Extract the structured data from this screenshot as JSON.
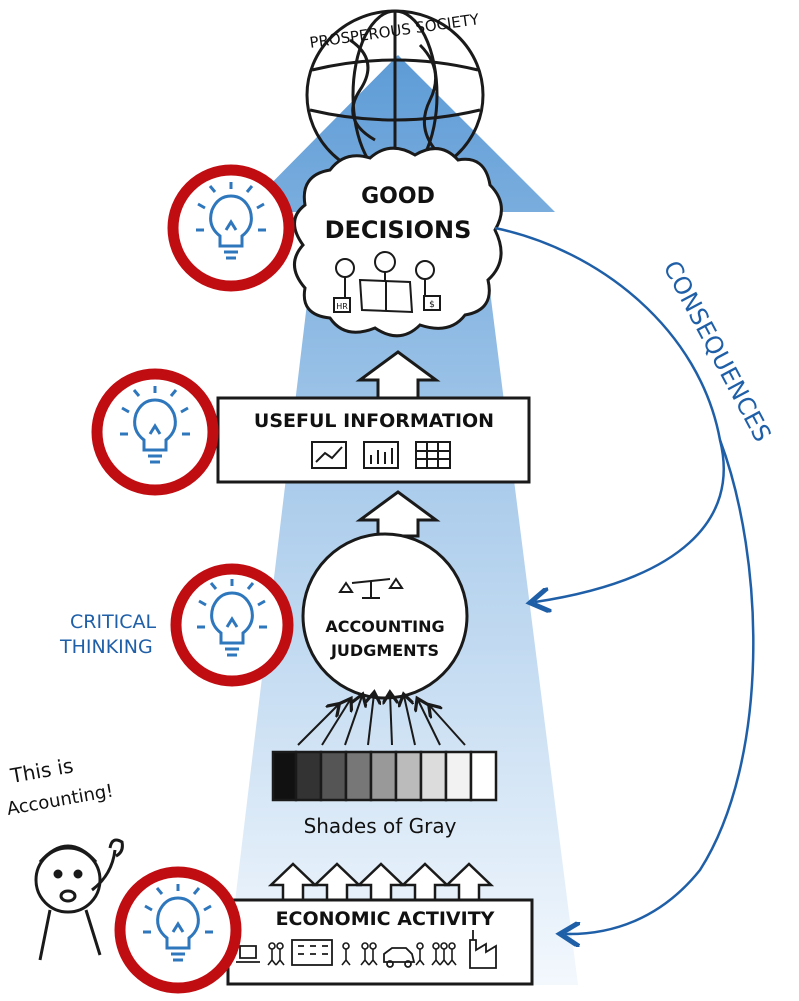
{
  "top_label": "PROSPEROUS SOCIETY",
  "good_decisions": {
    "line1": "GOOD",
    "line2": "DECISIONS"
  },
  "useful_information": "USEFUL INFORMATION",
  "accounting_judgments": {
    "line1": "ACCOUNTING",
    "line2": "JUDGMENTS"
  },
  "shades_of_gray": "Shades of Gray",
  "economic_activity": "ECONOMIC ACTIVITY",
  "consequences": "CONSEQUENCES",
  "critical_thinking": {
    "line1": "CRITICAL",
    "line2": "THINKING"
  },
  "speech": {
    "line1": "This is",
    "line2": "Accounting!"
  },
  "mini_labels": {
    "hr": "HR",
    "dollar": "$"
  },
  "colors": {
    "ring": "#c00d12",
    "bulb": "#2f77bd",
    "arrow_top": "#5d9bd6",
    "arrow_bottom": "#eef5fc",
    "ink": "#1a1a1a",
    "blue_ink": "#1f5fa8"
  },
  "icons": [
    "globe-icon",
    "lightbulb-icon",
    "scale-icon",
    "line-chart-icon",
    "bar-chart-icon",
    "table-icon",
    "person-icon",
    "building-icon",
    "factory-icon",
    "car-icon"
  ]
}
